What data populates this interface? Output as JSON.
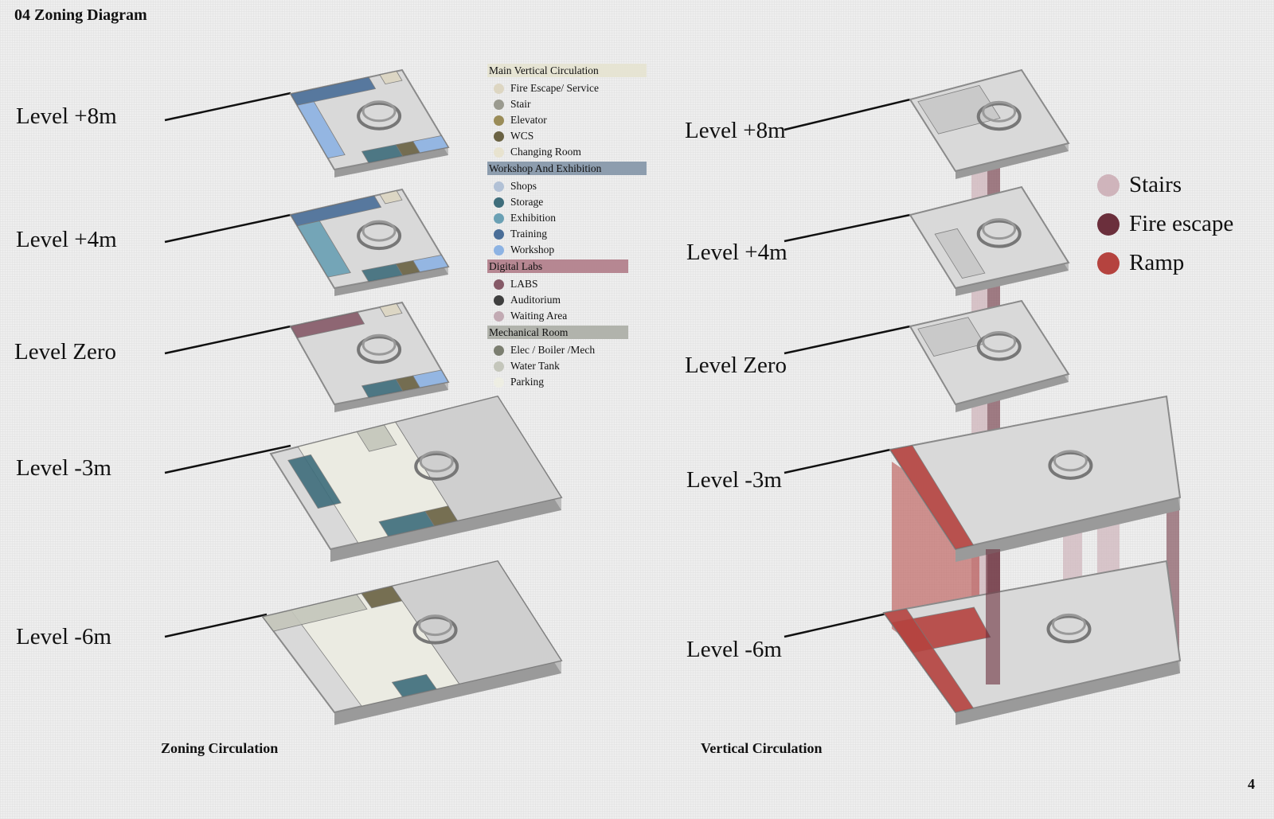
{
  "title": "04 Zoning Diagram",
  "zoning": {
    "caption": "Zoning Circulation",
    "levels": [
      "Level +8m",
      "Level +4m",
      "Level Zero",
      "Level -3m",
      "Level -6m"
    ]
  },
  "vertical": {
    "caption": "Vertical Circulation",
    "levels": [
      "Level +8m",
      "Level +4m",
      "Level Zero",
      "Level -3m",
      "Level -6m"
    ],
    "legend": [
      {
        "label": "Stairs",
        "color": "#cfb4bb"
      },
      {
        "label": "Fire escape",
        "color": "#6b2f3c"
      },
      {
        "label": "Ramp",
        "color": "#b5433f"
      }
    ]
  },
  "legend": [
    {
      "heading": "Main Vertical Circulation",
      "color": "#e6e4d3",
      "width": 198,
      "items": [
        {
          "label": "Fire Escape/ Service",
          "color": "#ddd6c2"
        },
        {
          "label": "Stair",
          "color": "#9a9a8f"
        },
        {
          "label": "Elevator",
          "color": "#9a8c58"
        },
        {
          "label": "WCS",
          "color": "#6a6243"
        },
        {
          "label": "Changing Room",
          "color": "#e8e3cf"
        }
      ]
    },
    {
      "heading": "Workshop And Exhibition",
      "color": "#8d9dae",
      "width": 198,
      "items": [
        {
          "label": "Shops",
          "color": "#b2c1d6"
        },
        {
          "label": "Storage",
          "color": "#3e6d7b"
        },
        {
          "label": "Exhibition",
          "color": "#6aa0b4"
        },
        {
          "label": "Training",
          "color": "#4a6e98"
        },
        {
          "label": "Workshop",
          "color": "#8db3e3"
        }
      ]
    },
    {
      "heading": "Digital Labs",
      "color": "#b68792",
      "width": 175,
      "items": [
        {
          "label": "LABS",
          "color": "#865a68"
        },
        {
          "label": "Auditorium",
          "color": "#3f3f3f"
        },
        {
          "label": "Waiting Area",
          "color": "#c2aab3"
        }
      ]
    },
    {
      "heading": "Mechanical Room",
      "color": "#b1b3ac",
      "width": 175,
      "items": [
        {
          "label": "Elec / Boiler /Mech",
          "color": "#7b7e70"
        },
        {
          "label": "Water Tank",
          "color": "#c4c6bb"
        },
        {
          "label": "Parking",
          "color": "#eeeee3"
        }
      ]
    }
  ],
  "page_number": "4"
}
